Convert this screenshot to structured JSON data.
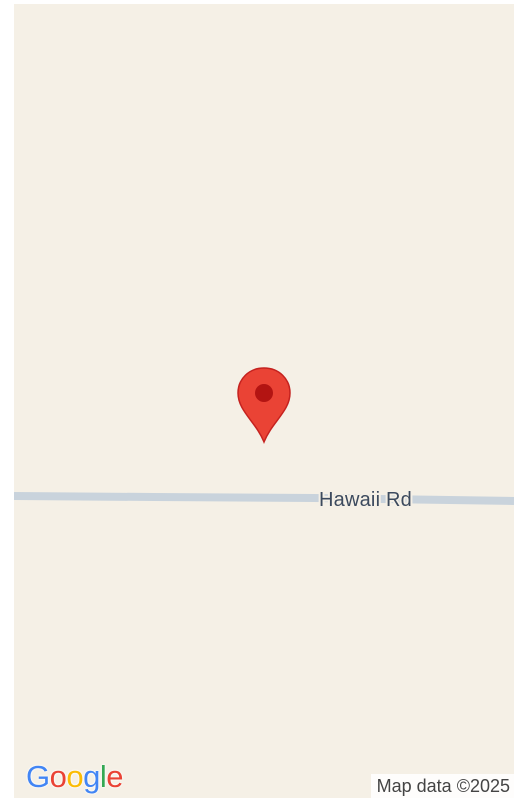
{
  "map": {
    "background_color": "#f5f0e6",
    "road_color": "#c9d3dc",
    "road_label": "Hawaii Rd",
    "marker": {
      "icon": "map-pin-icon",
      "color": "#ea4335",
      "dot_color": "#b31412"
    },
    "logo": {
      "letters": [
        "G",
        "o",
        "o",
        "g",
        "l",
        "e"
      ],
      "colors": [
        "#4285f4",
        "#ea4335",
        "#fbbc05",
        "#4285f4",
        "#34a853",
        "#ea4335"
      ]
    },
    "attribution": "Map data ©2025"
  }
}
